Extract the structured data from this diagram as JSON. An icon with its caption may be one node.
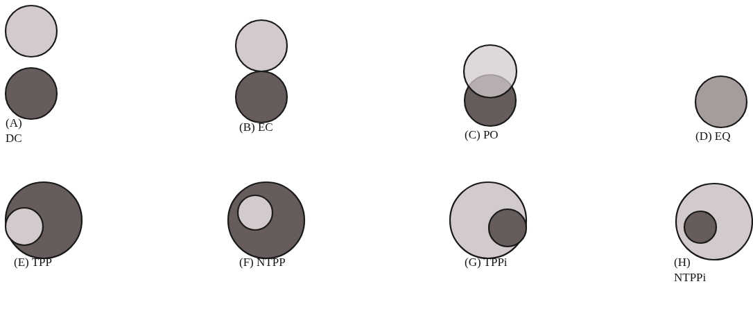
{
  "diagram": {
    "labels": [
      "(A) DC",
      "(B) EC",
      "(C) PO",
      "(D) EQ",
      "(E) TPP",
      "(F) NTPP",
      "(G) TPPi",
      "(H) NTPPi"
    ]
  }
}
